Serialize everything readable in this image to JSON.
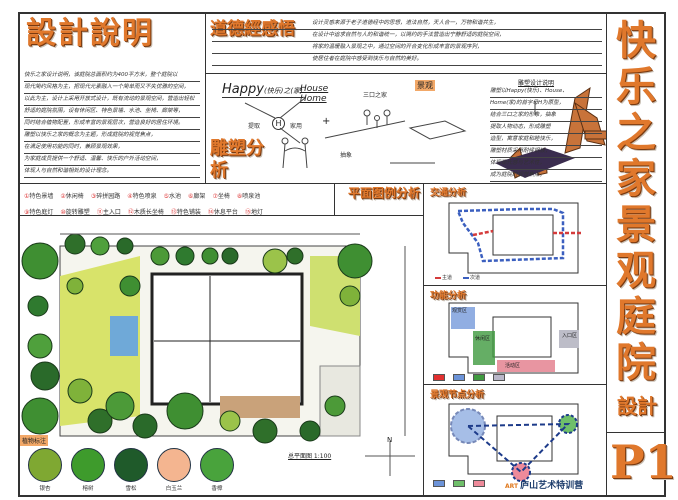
{
  "design_notes": {
    "title": "設計說明",
    "lines": [
      "快乐之家设计说明，该庭院总面积约为400平方米，整个庭院以",
      "现代简约风格为主，把现代元素融入一个简单而又不失优雅的空间，",
      "以此为主，设计上采用开放式设计，既有流动的景观空间，营造出轻松",
      "舒适的庭院氛围，设有休闲区、特色景墙、水池、坐椅、廊架等，",
      "同时结合植物配置，形成丰富的景观层次，营造良好的居住环境。",
      "雕塑以快乐之家的概念为主题，形成庭院的视觉焦点，",
      "在满足使用功能的同时，兼顾景观效果，",
      "为家庭成员提供一个舒适、温馨、快乐的户外活动空间，",
      "体现人与自然和谐相处的设计理念。"
    ]
  },
  "inspiration": {
    "title": "道德經感悟",
    "lines": [
      "设计灵感来源于老子道德经中的思想，道法自然，天人合一，万物和谐共生，",
      "在设计中追求自然与人的和谐统一，以简约的手法营造出宁静舒适的庭院空间，",
      "将家的温暖融入景观之中，通过空间的开合变化形成丰富的景观序列，",
      "使居住者在庭院中感受到快乐与自然的美好。"
    ]
  },
  "sculpture": {
    "title": "雕塑分析",
    "happy": "Happy",
    "happy_cn": "(快乐)之(家)",
    "house": "House",
    "home": "Home",
    "extract": "提取",
    "letter": "H",
    "use": "家用",
    "family": "三口之家",
    "plus": "+",
    "arrow_label": "抽象",
    "landscape": "景观",
    "notes_title": "雕塑设计说明",
    "notes": [
      "雕塑以Happy(快乐)、House、",
      "Home(家)的首字母H为原型，",
      "结合三口之家的形象，抽象",
      "提取人物动态，形成雕塑",
      "造型，寓意家庭和睦快乐，",
      "雕塑材质采用耐候钢板，",
      "体现现代感与艺术性，",
      "成为庭院的视觉焦点。"
    ]
  },
  "legend": {
    "title": "平面图例分析",
    "items": [
      {
        "n": "①",
        "label": "特色景墙"
      },
      {
        "n": "②",
        "label": "休闲椅"
      },
      {
        "n": "③",
        "label": "碎拼园路"
      },
      {
        "n": "④",
        "label": "特色喷泉"
      },
      {
        "n": "⑤",
        "label": "水池"
      },
      {
        "n": "⑥",
        "label": "廊架"
      },
      {
        "n": "⑦",
        "label": "坐椅"
      },
      {
        "n": "⑧",
        "label": "喷泉池"
      },
      {
        "n": "⑨",
        "label": "特色庭灯"
      },
      {
        "n": "⑩",
        "label": "旋转雕塑"
      },
      {
        "n": "⑪",
        "label": "主入口"
      },
      {
        "n": "⑫",
        "label": "木质长坐椅"
      },
      {
        "n": "⑬",
        "label": "特色铺装"
      },
      {
        "n": "⑭",
        "label": "休息平台"
      },
      {
        "n": "⑮",
        "label": "地灯"
      }
    ]
  },
  "plan": {
    "scale_label": "总平面图 1:100",
    "north": "N",
    "plant_title": "植物标注",
    "plants": [
      {
        "label": "银杏",
        "color": "#7fa832"
      },
      {
        "label": "榕树",
        "color": "#3e9b2c"
      },
      {
        "label": "雪松",
        "color": "#1f5a2a"
      },
      {
        "label": "白玉兰",
        "color": "#f4b590"
      },
      {
        "label": "香樟",
        "color": "#49a33c"
      }
    ]
  },
  "traffic": {
    "title": "交通分析",
    "legend": [
      {
        "label": "主道",
        "color": "#d43b3b"
      },
      {
        "label": "次道",
        "color": "#3b5fbf"
      }
    ]
  },
  "function": {
    "title": "功能分析",
    "zones": [
      {
        "label": "观赏区",
        "color": "#6c93d8"
      },
      {
        "label": "休闲区",
        "color": "#3f9a3f"
      },
      {
        "label": "活动区",
        "color": "#e27a8a"
      },
      {
        "label": "入口区",
        "color": "#bdbdc8"
      }
    ],
    "swatches": [
      "#e23030",
      "#6c93d8",
      "#3f9a3f",
      "#b9b6c8"
    ]
  },
  "nodes": {
    "title": "景观节点分析",
    "swatches": [
      "#6c93d8",
      "#6fbf6a",
      "#ee8a9a"
    ]
  },
  "main_title": {
    "chars": [
      "快",
      "乐",
      "之",
      "家",
      "景",
      "观",
      "庭",
      "院"
    ],
    "sub": "設計",
    "page": "P1"
  },
  "brand": {
    "name": "庐山艺术特训营",
    "badge": "ART"
  }
}
